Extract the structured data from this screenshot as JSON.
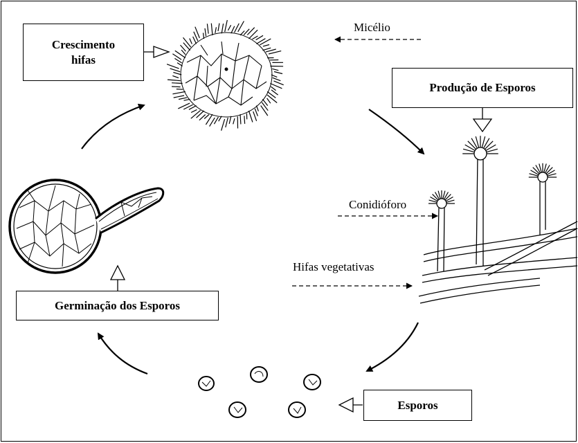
{
  "labels": {
    "crescimento_line1": "Crescimento",
    "crescimento_line2": "hifas",
    "micelio": "Micélio",
    "producao": "Produção de Esporos",
    "conidioforo": "Conidióforo",
    "hifas_vegetativas": "Hifas vegetativas",
    "germinacao": "Germinação dos Esporos",
    "esporos": "Esporos"
  },
  "icons": [
    "mycelium-illustration",
    "conidiophore-illustration",
    "spores-illustration",
    "germinating-spore-illustration"
  ],
  "colors": {
    "ink": "#000000",
    "background": "#ffffff"
  }
}
